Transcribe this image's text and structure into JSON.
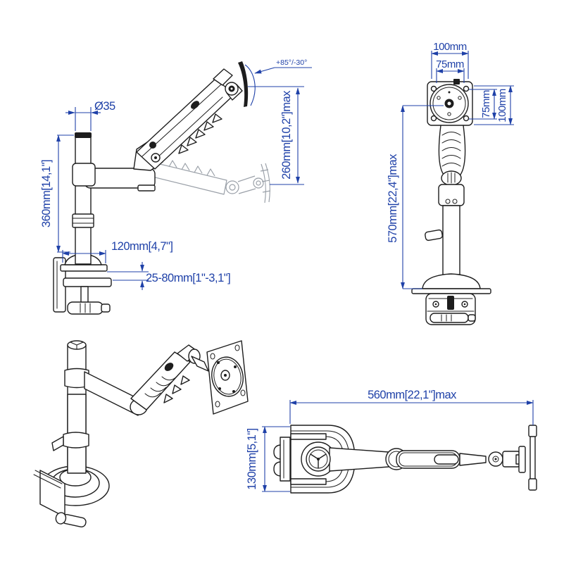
{
  "colors": {
    "dimension_blue": "#1f41a8",
    "drawing_black": "#1d1d1d",
    "ghost_gray": "#9aa0a8",
    "background": "#ffffff"
  },
  "views": {
    "side": {
      "pole_diameter": "Ø35",
      "pole_height": "360mm[14,1\"]",
      "base_width": "120mm[4,7\"]",
      "clamp_range": "25-80mm[1\"-3,1\"]",
      "height_adjustment": "260mm[10,2\"]max",
      "tilt_range": "+85°/-30°"
    },
    "front": {
      "vesa_width_outer": "100mm",
      "vesa_width_inner": "75mm",
      "vesa_height_inner": "75mm",
      "vesa_height_outer": "100mm",
      "total_height": "570mm[22,4\"]max"
    },
    "top": {
      "arm_reach": "560mm[22,1\"]max",
      "base_depth": "130mm[5,1\"]"
    }
  }
}
